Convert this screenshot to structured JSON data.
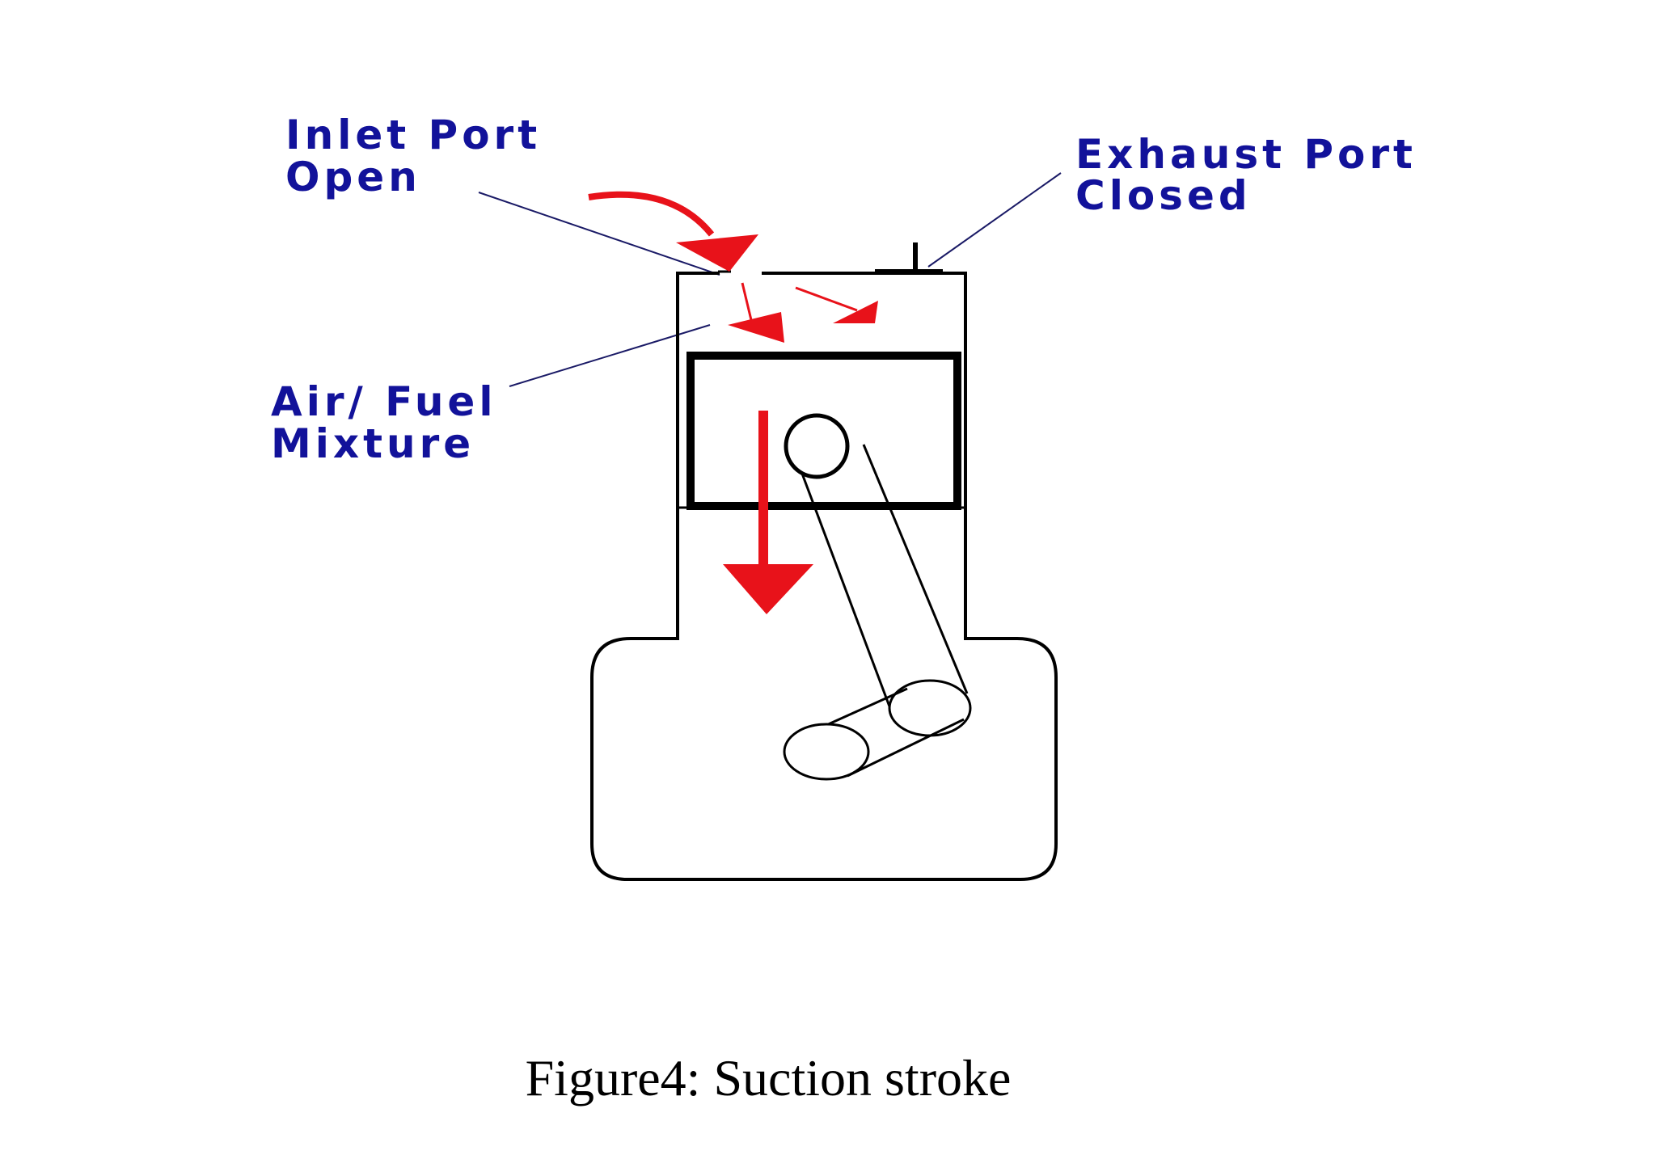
{
  "diagram": {
    "labels": {
      "inlet_line1": "Inlet Port",
      "inlet_line2": "Open",
      "exhaust_line1": "Exhaust Port",
      "exhaust_line2": "Closed",
      "mixture_line1": "Air/ Fuel",
      "mixture_line2": "Mixture"
    },
    "colors": {
      "label_text": "#12129a",
      "arrow": "#e8121a",
      "outline": "#000000",
      "leader_line": "#1a1a66"
    }
  },
  "caption": "Figure4: Suction stroke"
}
